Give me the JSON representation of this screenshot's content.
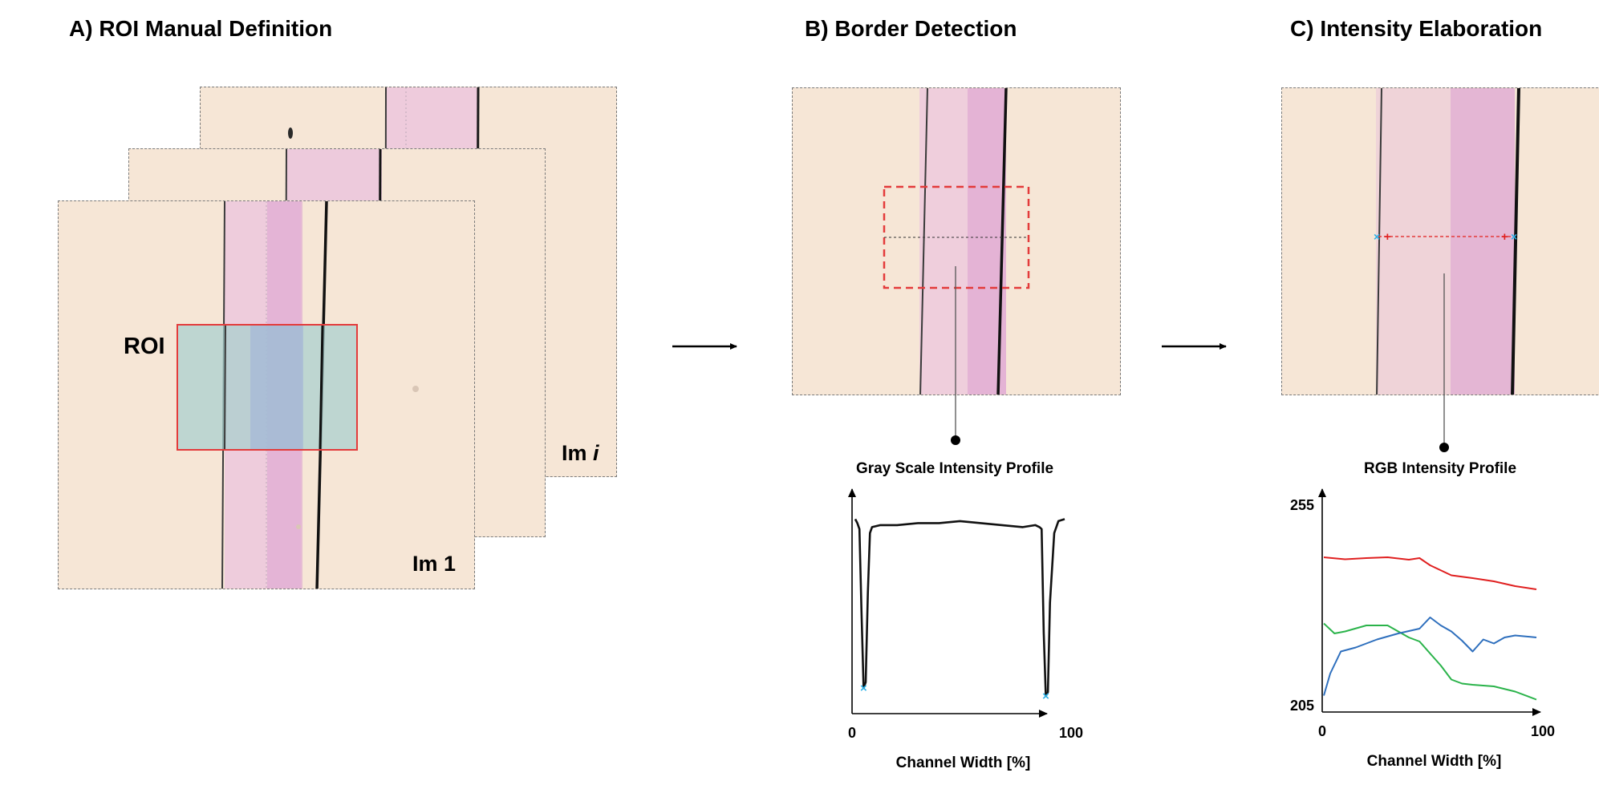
{
  "panels": {
    "a": {
      "title": "A) ROI Manual Definition",
      "roi_label": "ROI",
      "frame_i_label_prefix": "Im ",
      "frame_i_label_index": "i",
      "frame_1_label": "Im 1"
    },
    "b": {
      "title": "B) Border Detection",
      "plot_title": "Gray Scale Intensity Profile"
    },
    "c": {
      "title": "C) Intensity Elaboration",
      "plot_title": "RGB Intensity Profile"
    }
  },
  "colors": {
    "background_tan": "#f6e6d6",
    "channel_pink": "#ecc6dd",
    "roi_border": "#e33b3b",
    "roi_fill": "#b7d6d1",
    "edge_marker": "#2bb0e6",
    "gray_line": "#111111",
    "red_series": "#e02020",
    "green_series": "#2ab34a",
    "blue_series": "#2e6fbd"
  },
  "chart_data": [
    {
      "type": "line",
      "title": "Gray Scale Intensity Profile",
      "xlabel": "Channel Width [%]",
      "ylabel": "",
      "xlim": [
        0,
        100
      ],
      "x_tick_labels": [
        "0",
        "100"
      ],
      "y_tick_labels": [],
      "grid": false,
      "series": [
        {
          "x": [
            0,
            1,
            2,
            3,
            4,
            5,
            6,
            7,
            8,
            12,
            20,
            30,
            40,
            50,
            60,
            70,
            80,
            86,
            88,
            89,
            90,
            91,
            92,
            93,
            95,
            97,
            100
          ],
          "y": [
            0.97,
            0.95,
            0.92,
            0.5,
            0.12,
            0.15,
            0.6,
            0.9,
            0.93,
            0.94,
            0.94,
            0.95,
            0.95,
            0.96,
            0.95,
            0.94,
            0.93,
            0.94,
            0.93,
            0.92,
            0.4,
            0.08,
            0.1,
            0.55,
            0.9,
            0.96,
            0.97
          ]
        }
      ],
      "markers": [
        {
          "x": 4,
          "y": 0.12
        },
        {
          "x": 91,
          "y": 0.08
        }
      ]
    },
    {
      "type": "line",
      "title": "RGB Intensity Profile",
      "xlabel": "Channel Width [%]",
      "ylabel": "",
      "xlim": [
        0,
        100
      ],
      "ylim": [
        205,
        255
      ],
      "x_tick_labels": [
        "0",
        "100"
      ],
      "y_tick_labels": [
        "255",
        "205"
      ],
      "grid": false,
      "series": [
        {
          "x": [
            0,
            10,
            20,
            30,
            40,
            45,
            50,
            60,
            70,
            80,
            90,
            100
          ],
          "y": [
            242,
            241.5,
            241.8,
            242,
            241.4,
            241.8,
            240,
            237.5,
            236.8,
            236,
            234.8,
            234
          ]
        },
        {
          "x": [
            0,
            5,
            10,
            20,
            30,
            40,
            45,
            50,
            55,
            60,
            65,
            70,
            80,
            90,
            100
          ],
          "y": [
            225.5,
            223,
            223.5,
            225,
            225,
            222,
            221,
            218,
            215,
            211.5,
            210.5,
            210.2,
            209.8,
            208.5,
            206.5
          ]
        },
        {
          "x": [
            0,
            3,
            8,
            15,
            25,
            35,
            45,
            50,
            55,
            60,
            65,
            70,
            75,
            80,
            85,
            90,
            100
          ],
          "y": [
            207.5,
            213,
            218.5,
            219.5,
            221.5,
            223,
            224.2,
            227,
            225,
            223.5,
            221.2,
            218.5,
            221.5,
            220.5,
            222,
            222.5,
            222
          ]
        }
      ]
    }
  ]
}
